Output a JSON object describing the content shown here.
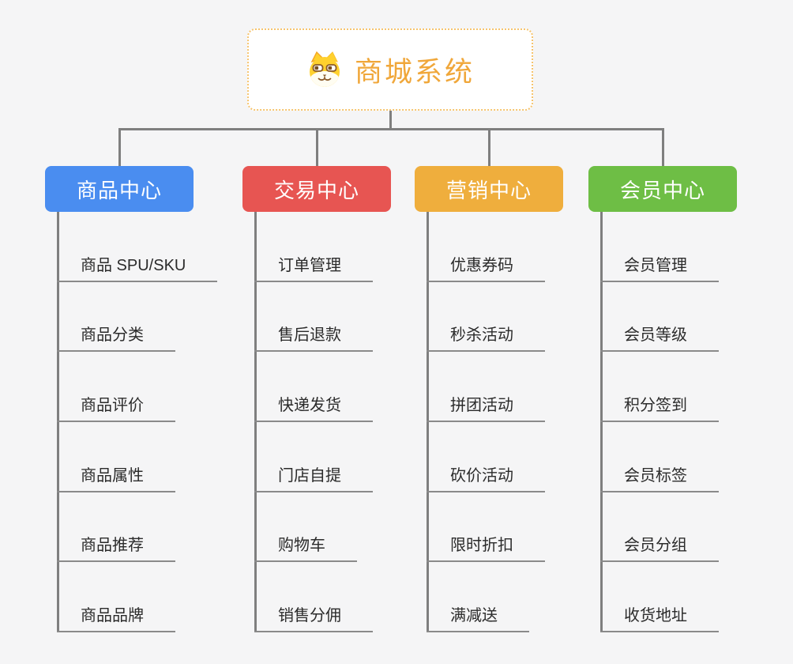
{
  "root": {
    "title": "商城系统",
    "icon": "dog-face-icon"
  },
  "branches": [
    {
      "label": "商品中心",
      "color": "#4a8df0",
      "children": [
        "商品 SPU/SKU",
        "商品分类",
        "商品评价",
        "商品属性",
        "商品推荐",
        "商品品牌"
      ]
    },
    {
      "label": "交易中心",
      "color": "#e75552",
      "children": [
        "订单管理",
        "售后退款",
        "快递发货",
        "门店自提",
        "购物车",
        "销售分佣"
      ]
    },
    {
      "label": "营销中心",
      "color": "#efae3d",
      "children": [
        "优惠券码",
        "秒杀活动",
        "拼团活动",
        "砍价活动",
        "限时折扣",
        "满减送"
      ]
    },
    {
      "label": "会员中心",
      "color": "#6ebe45",
      "children": [
        "会员管理",
        "会员等级",
        "积分签到",
        "会员标签",
        "会员分组",
        "收货地址"
      ]
    }
  ],
  "colors": {
    "root_text": "#f0a73a",
    "root_border": "#f6c46e",
    "connector": "#7f7f7f",
    "leaf_underline": "#8a8a8a",
    "leaf_text": "#2b2b2b",
    "background": "#f5f5f6"
  }
}
